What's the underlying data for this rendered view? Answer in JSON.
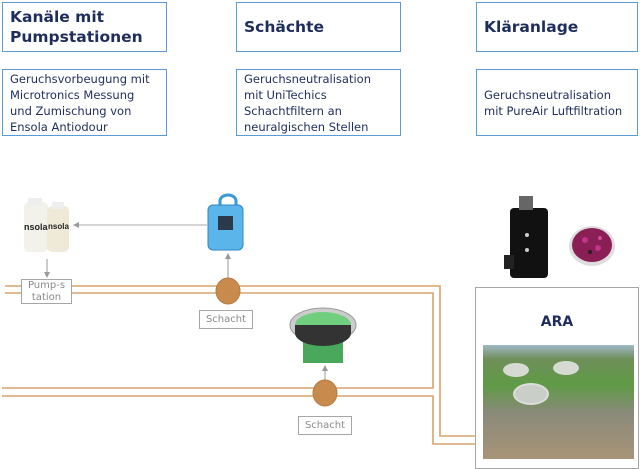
{
  "columns": [
    {
      "title": "Kanäle mit Pumpstationen",
      "description": "Geruchsvorbeugung mit Microtronics Messung und Zumischung von Ensola Antiodour"
    },
    {
      "title": "Schächte",
      "description": "Geruchsneutralisation mit UniTechics Schachtfiltern an neuralgischen Stellen"
    },
    {
      "title": "Kläranlage",
      "description": "Geruchsneutralisation mit PureAir Luftfiltration"
    }
  ],
  "diagram": {
    "pumpstation_label": "Pump-station",
    "schacht_labels": [
      "Schacht",
      "Schacht"
    ],
    "ara_title": "ARA",
    "product_logo_text": "ensola",
    "colors": {
      "pipe": "#d9a36e",
      "border": "#5b9bd5",
      "title": "#1f2d5c",
      "manhole": "#c98a4e"
    }
  }
}
